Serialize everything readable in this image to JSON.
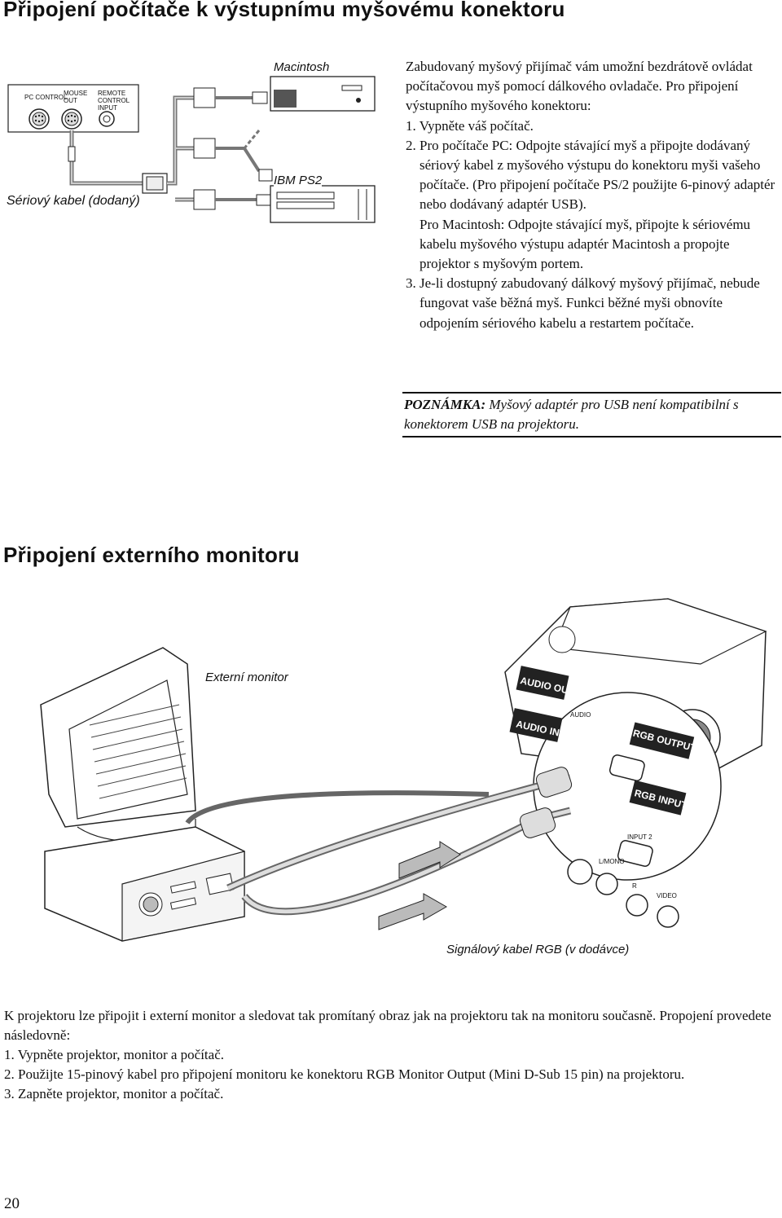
{
  "section1": {
    "title": "Připojení počítače k výstupnímu myšovému konektoru",
    "figure": {
      "port_pc": "PC CONTROL",
      "port_mouse": "MOUSE OUT",
      "port_remote": "REMOTE CONTROL INPUT",
      "label_macintosh": "Macintosh",
      "label_ibm": "IBM PS2",
      "label_cable": "Sériový kabel (dodaný)"
    },
    "intro": "Zabudovaný myšový přijímač vám umožní bezdrátově ovládat počítačovou myš pomocí dálkového ovladače. Pro připojení výstupního myšového konektoru:",
    "step1": "1. Vypněte váš počítač.",
    "step2": "2. Pro počítače PC: Odpojte stávající myš a připojte dodávaný sériový kabel z myšového výstupu do konektoru myši vašeho počítače. (Pro připojení počítače PS/2 použijte 6-pinový adaptér nebo dodávaný adaptér USB).",
    "step2_mac": "Pro Macintosh: Odpojte stávající myš, připojte k sériovému kabelu myšového výstupu adaptér Macintosh a propojte projektor s myšovým portem.",
    "step3": "3. Je-li dostupný zabudovaný dálkový myšový přijímač, nebude fungovat vaše běžná myš. Funkci běžné myši obnovíte odpojením sériového kabelu a restartem počítače.",
    "note_label": "POZNÁMKA:",
    "note_text": " Myšový adaptér pro USB není kompatibilní s konektorem USB na projektoru."
  },
  "section2": {
    "title": "Připojení externího monitoru",
    "figure": {
      "label_monitor": "Externí monitor",
      "label_signal_cable": "Signálový kabel RGB (v dodávce)",
      "label_audio_out": "AUDIO OUT",
      "label_audio_in": "AUDIO IN",
      "label_rgb_output": "RGB OUTPUT",
      "label_rgb_input": "RGB INPUT",
      "label_audio_small": "AUDIO",
      "label_input2": "INPUT 2",
      "label_lmono": "L/MONO",
      "label_r": "R",
      "label_video": "VIDEO"
    },
    "intro": "K projektoru lze připojit i externí monitor a sledovat tak promítaný obraz jak na projektoru tak na monitoru současně. Propojení provedete následovně:",
    "step1": "1.  Vypněte projektor, monitor a počítač.",
    "step2": "2.  Použijte 15-pinový kabel pro připojení monitoru ke konektoru RGB Monitor Output (Mini D-Sub 15 pin) na projektoru.",
    "step3": "3.  Zapněte projektor, monitor a počítač."
  },
  "page_number": "20"
}
